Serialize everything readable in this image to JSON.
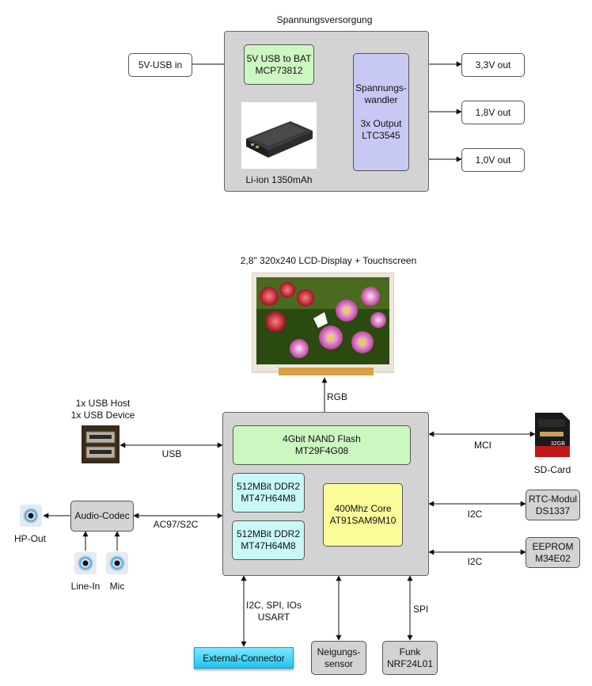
{
  "power": {
    "title": "Spannungsversorgung",
    "usb_in": "5V-USB in",
    "charger": [
      "5V USB to BAT",
      "MCP73812"
    ],
    "battery": "Li-ion 1350mAh",
    "converter": [
      "Spannungs-",
      "wandler",
      "",
      "3x Output",
      "LTC3545"
    ],
    "outputs": [
      "3,3V out",
      "1,8V out",
      "1,0V out"
    ]
  },
  "display": {
    "title": "2,8\" 320x240 LCD-Display + Touchscreen",
    "link": "RGB"
  },
  "usb": {
    "title": [
      "1x USB Host",
      "1x USB Device"
    ],
    "link": "USB"
  },
  "board": {
    "nand": [
      "4Gbit NAND Flash",
      "MT29F4G08"
    ],
    "ddr1": [
      "512MBit DDR2",
      "MT47H64M8"
    ],
    "ddr2": [
      "512MBit DDR2",
      "MT47H64M8"
    ],
    "core": [
      "400Mhz Core",
      "AT91SAM9M10"
    ]
  },
  "audio": {
    "codec": "Audio-Codec",
    "link": "AC97/S2C",
    "hp_out": "HP-Out",
    "line_in": "Line-In",
    "mic": "Mic"
  },
  "sd": {
    "link": "MCI",
    "label": "SD-Card",
    "card_text": "32GB"
  },
  "rtc": {
    "link": "I2C",
    "box": [
      "RTC-Modul",
      "DS1337"
    ]
  },
  "eeprom": {
    "link": "I2C",
    "box": [
      "EEPROM",
      "M34E02"
    ]
  },
  "bottom": {
    "ext_link": [
      "I2C, SPI, IOs",
      "USART"
    ],
    "ext": "External-Connector",
    "tilt": [
      "Neigungs-",
      "sensor"
    ],
    "radio_link": "SPI",
    "radio": [
      "Funk",
      "NRF24L01"
    ]
  }
}
